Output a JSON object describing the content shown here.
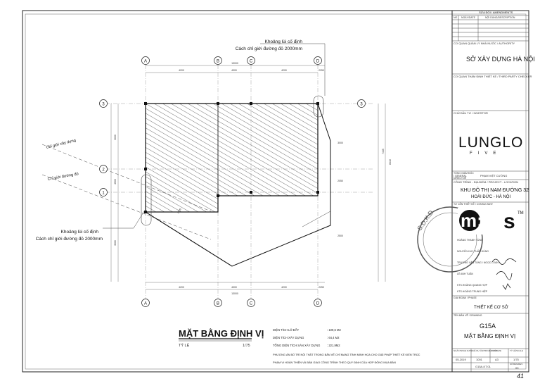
{
  "drawing": {
    "title": "MẶT BẰNG ĐỊNH VỊ",
    "scale_label": "TỶ LỆ",
    "scale_value": "1/75",
    "annotation_top": {
      "line1": "Khoảng lùi cố định",
      "line2": "Cách chỉ giới đường đỏ 2000mm"
    },
    "annotation_bottom": {
      "line1": "Khoảng lùi cố định",
      "line2": "Cách chỉ giới đường đỏ 2000mm"
    },
    "boundary_labels": {
      "construction": "Chỉ giới xây dựng",
      "red_line": "Chỉ giới đường đỏ"
    },
    "grid_top": [
      "A",
      "B",
      "C",
      "D"
    ],
    "grid_side": [
      "3",
      "2",
      "1"
    ],
    "dims_top": [
      "4200",
      "4300",
      "4200",
      "2250"
    ],
    "dims_top_total": "13000",
    "dims_bottom": [
      "4200",
      "4300",
      "4200",
      "2250"
    ],
    "dims_bottom_total": "13000",
    "dims_left": [
      "3000",
      "4500",
      "3000"
    ],
    "dims_right": [
      "7445",
      "8418"
    ],
    "dims_inner": [
      "3000",
      "2200",
      "2050",
      "2500"
    ]
  },
  "area_info": {
    "rows": [
      {
        "label": "DIỆN TÍCH LÔ ĐẤT",
        "value": ": 109,6 M2"
      },
      {
        "label": "DIỆN TÍCH XÂY DỰNG",
        "value": ": 64,4 M2"
      },
      {
        "label": "TỔNG DIỆN TÍCH SÀN XÂY DỰNG",
        "value": ": 221,9M2"
      }
    ],
    "note_line1": "PHƯƠNG ÁN BỐ TRÍ NỘI THẤT TRONG BẢN VẼ CHỈ MANG TÍNH MINH HỌA CHO GIẢI PHÁP THIẾT KẾ KIẾN TRÚC",
    "note_line2": "PHẠM VI HOÀN THIỆN VÀ BÀN GIAO CÔNG TRÌNH THEO QUY ĐỊNH CỦA HỢP ĐỒNG MUA BÁN"
  },
  "title_block": {
    "amendments_header": "SỬA ĐỔI / AMENDMENTS",
    "amend_cols": [
      "NO",
      "NGÀY/DATE",
      "NỘI DUNG/DESCRIPTION"
    ],
    "authority_label": "CƠ QUAN QUẢN LÝ NHÀ NƯỚC / AUTHORITY",
    "authority": "SỞ XÂY DỰNG HÀ NỘI",
    "checker_label": "CƠ QUAN THẨM ĐỊNH THIẾT KẾ / THIRD PARTY CHECKER",
    "investor_label": "CHỦ ĐẦU TƯ / INVESTOR",
    "brand_main": "LUNGLO",
    "brand_sub": "FIVE",
    "director_label": "TỔNG GIÁM ĐỐC / GENERAL DIRECTOR",
    "director_name": "PHẠM VIỆT CƯỜNG",
    "project_label": "CÔNG TRÌNH - ĐỊA ĐIỂM / PROJECT - LOCATION",
    "project_line1": "KHU ĐÔ THỊ NAM ĐƯỜNG 32",
    "project_line2": "HOÀI ĐỨC - HÀ NỘI",
    "consultant_label": "TƯ VẤN THIẾT KẾ / CONSULTANT",
    "consultant_logo": "m:s",
    "stamp_text": "S.D.K.D",
    "staff": [
      "HOÀNG THANH TÙNG",
      "NGUYỄN HUY TUẤN HÙNG",
      "TRƯƠNG VĂN TÙNG / NGỌC LOAN",
      "LÊ ANH TUẤN",
      "KTS.HOÀNG QUANG HỢP",
      "KTS.HOÀNG TRUNG HIỆP"
    ],
    "phase_label": "GIAI ĐOẠN / PHASE",
    "phase": "THIẾT KẾ CƠ SỞ",
    "drawing_label": "TÊN BẢN VẼ / DRAWING",
    "drawing_code": "G15A",
    "drawing_name": "MẶT BẰNG ĐỊNH VỊ",
    "meta_labels": [
      "NGÀY/ISSUE DATE",
      "MÃ DỰ ÁN/PROJECT NO",
      "KHỔ/SIZE",
      "TỶ LỆ/SCALE"
    ],
    "meta_values": [
      "05-2019",
      "1001",
      "A3",
      "1/75"
    ],
    "sheet_no": "G15A-KT.01",
    "rev_label": "SỐ BẢN/REV",
    "rev_value": "00"
  },
  "page_mark": "41"
}
